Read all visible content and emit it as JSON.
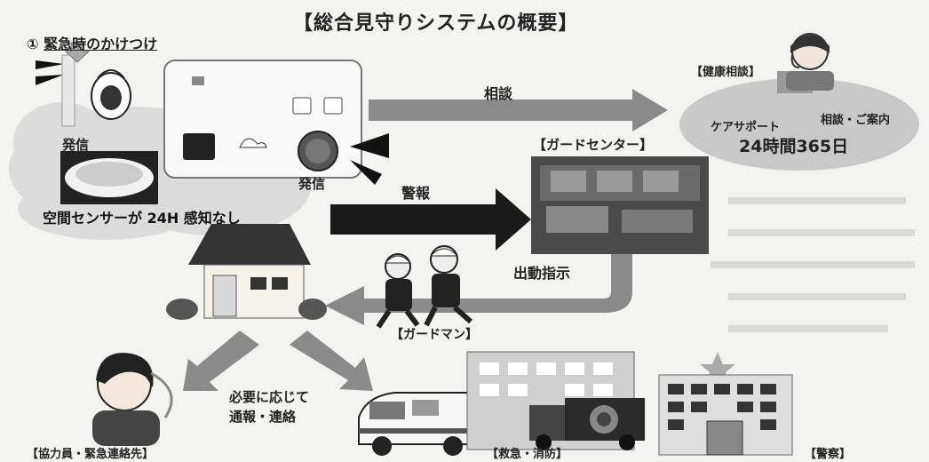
{
  "title": "【総合見守りシステムの概要】",
  "section": {
    "number": "①",
    "label": "緊急時のかけつけ"
  },
  "labels": {
    "hassin_top": "発信",
    "hassin_button": "発信",
    "sensor": "空間センサーが 24H 感知なし",
    "soudan": "相談",
    "kenkou": "【健康相談】",
    "care_support": "ケアサポート",
    "consult_guide": "相談・ご案内",
    "hours": "24時間365日",
    "guard_center": "【ガードセンター】",
    "keihou": "警報",
    "shutsudou": "出動指示",
    "guardman": "【ガードマン】",
    "hitsuyou": "必要に応じて",
    "tsuuhou": "通報・連絡",
    "kyouryoku": "【協力員・緊急連絡先】",
    "kyuukyuu": "【救急・消防】",
    "keisatsu": "【警察】"
  },
  "colors": {
    "arrow_gray": "#8a8a8a",
    "arrow_dark": "#1a1a1a",
    "cloud": "#dcdcdc",
    "ellipse": "#c9c9c9"
  }
}
